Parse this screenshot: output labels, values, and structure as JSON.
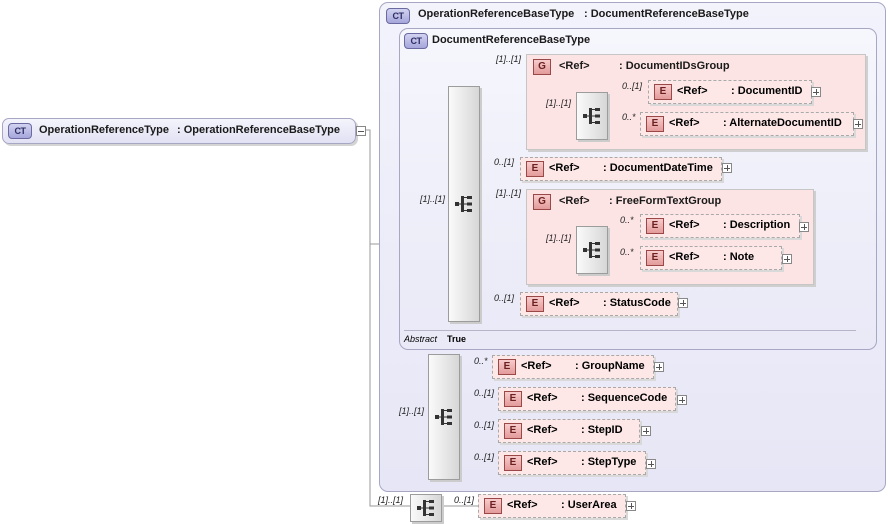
{
  "root": {
    "badge": "CT",
    "name": "OperationReferenceType",
    "base": ": OperationReferenceBaseType"
  },
  "outer_type": {
    "badge": "CT",
    "name": "OperationReferenceBaseType",
    "base": ": DocumentReferenceBaseType"
  },
  "inner_type": {
    "badge": "CT",
    "name": "DocumentReferenceBaseType",
    "abstract_label": "Abstract",
    "abstract_value": "True"
  },
  "groups": {
    "document_ids": {
      "badge": "G",
      "ref": "<Ref>",
      "name": ": DocumentIDsGroup",
      "card": "[1]..[1]",
      "seq_card": "[1]..[1]"
    },
    "free_form": {
      "badge": "G",
      "ref": "<Ref>",
      "name": ": FreeFormTextGroup",
      "card": "[1]..[1]",
      "seq_card": "[1]..[1]"
    }
  },
  "elements": {
    "document_id": {
      "badge": "E",
      "ref": "<Ref>",
      "name": ": DocumentID",
      "card": "0..[1]"
    },
    "alternate_document_id": {
      "badge": "E",
      "ref": "<Ref>",
      "name": ": AlternateDocumentID",
      "card": "0..*"
    },
    "document_date_time": {
      "badge": "E",
      "ref": "<Ref>",
      "name": ": DocumentDateTime",
      "card": "0..[1]"
    },
    "description": {
      "badge": "E",
      "ref": "<Ref>",
      "name": ": Description",
      "card": "0..*"
    },
    "note": {
      "badge": "E",
      "ref": "<Ref>",
      "name": ": Note",
      "card": "0..*"
    },
    "status_code": {
      "badge": "E",
      "ref": "<Ref>",
      "name": ": StatusCode",
      "card": "0..[1]"
    },
    "group_name": {
      "badge": "E",
      "ref": "<Ref>",
      "name": ": GroupName",
      "card": "0..*"
    },
    "sequence_code": {
      "badge": "E",
      "ref": "<Ref>",
      "name": ": SequenceCode",
      "card": "0..[1]"
    },
    "step_id": {
      "badge": "E",
      "ref": "<Ref>",
      "name": ": StepID",
      "card": "0..[1]"
    },
    "step_type": {
      "badge": "E",
      "ref": "<Ref>",
      "name": ": StepType",
      "card": "0..[1]"
    },
    "user_area": {
      "badge": "E",
      "ref": "<Ref>",
      "name": ": UserArea",
      "card": "0..[1]"
    }
  },
  "sequences": {
    "doc_seq_card": "[1]..[1]",
    "op_seq_card": "[1]..[1]",
    "root_seq_card": "[1]..[1]"
  },
  "icons": [
    "sequence-icon",
    "expand-plus-icon",
    "collapse-minus-icon"
  ],
  "colors": {
    "complex_type": "#e6e6f6",
    "element": "#fde7e7",
    "group": "#fde4e4",
    "badge_ct": "#a6a6db",
    "badge_e": "#e39a9a"
  }
}
